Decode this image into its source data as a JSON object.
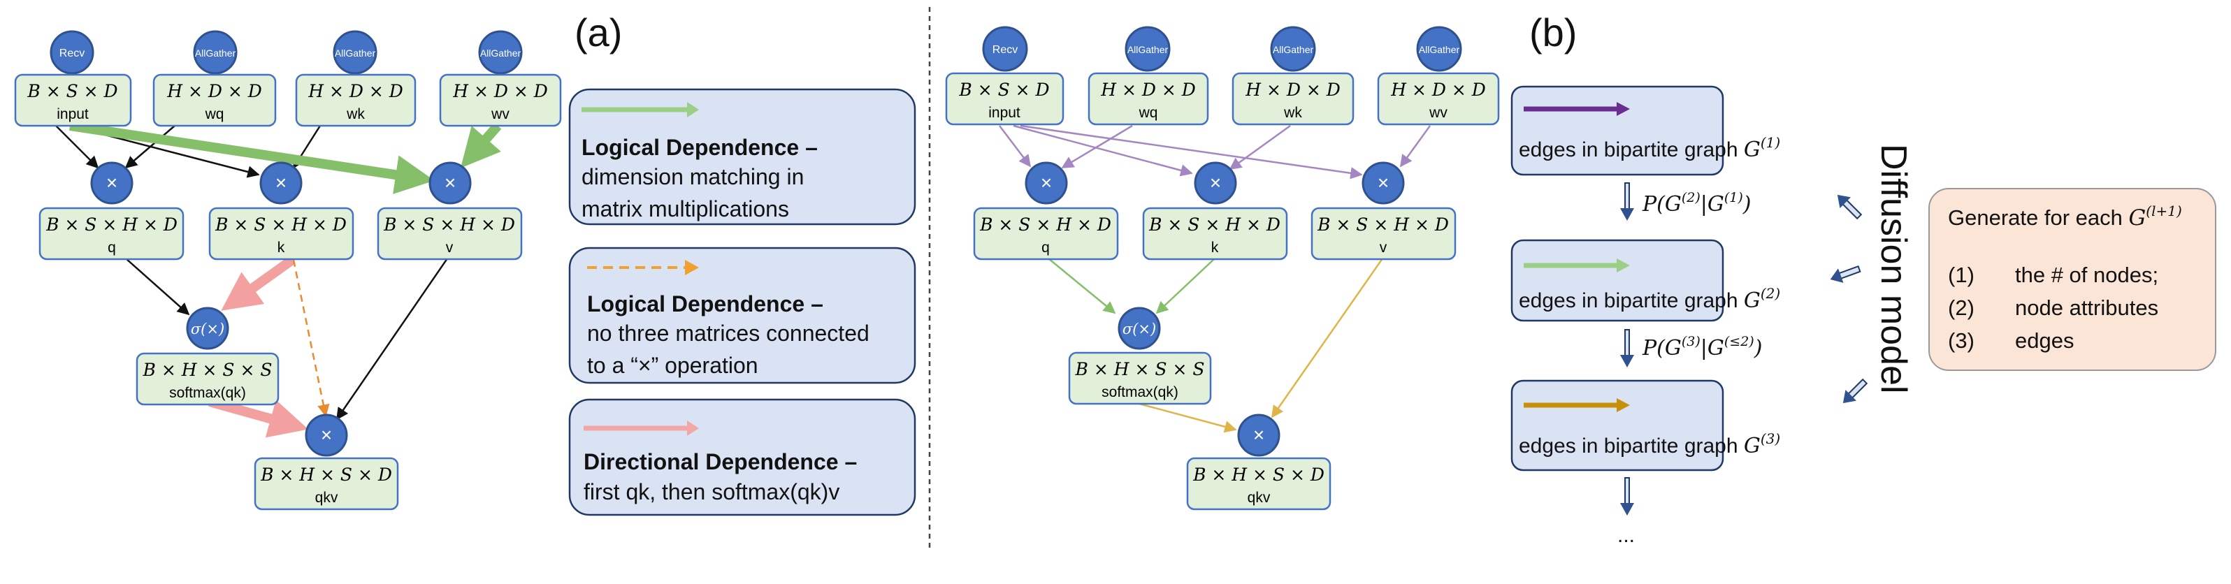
{
  "panel_a": {
    "label": "(a)",
    "ops": {
      "recv": "Recv",
      "allgather1": "AllGather",
      "allgather2": "AllGather",
      "allgather3": "AllGather",
      "mult_q": "×",
      "mult_k": "×",
      "mult_v": "×",
      "sigma": "σ(×)",
      "mult_qkv": "×"
    },
    "tensors": {
      "input": {
        "shape": "B × S × D",
        "name": "input"
      },
      "wq": {
        "shape": "H × D × D",
        "name": "wq"
      },
      "wk": {
        "shape": "H × D × D",
        "name": "wk"
      },
      "wv": {
        "shape": "H × D × D",
        "name": "wv"
      },
      "q": {
        "shape": "B × S × H × D",
        "name": "q"
      },
      "k": {
        "shape": "B × S × H × D",
        "name": "k"
      },
      "v": {
        "shape": "B × S × H × D",
        "name": "v"
      },
      "softmax": {
        "shape": "B × H × S × S",
        "name": "softmax(qk)"
      },
      "qkv": {
        "shape": "B × H × S × D",
        "name": "qkv"
      }
    },
    "legend": [
      {
        "title": "Logical Dependence –",
        "lines": [
          "dimension matching in",
          "matrix multiplications"
        ],
        "color": "#8dc26f"
      },
      {
        "title": "Logical Dependence –",
        "lines": [
          "no three matrices connected",
          "to a “×” operation"
        ],
        "color": "#f0a030"
      },
      {
        "title": "Directional Dependence –",
        "lines": [
          "first qk, then softmax(qk)v"
        ],
        "color": "#f2a7a7"
      }
    ]
  },
  "panel_b": {
    "label": "(b)",
    "ops": {
      "recv": "Recv",
      "allgather1": "AllGather",
      "allgather2": "AllGather",
      "allgather3": "AllGather",
      "mult_q": "×",
      "mult_k": "×",
      "mult_v": "×",
      "sigma": "σ(×)",
      "mult_qkv": "×"
    },
    "tensors": {
      "input": {
        "shape": "B × S × D",
        "name": "input"
      },
      "wq": {
        "shape": "H × D × D",
        "name": "wq"
      },
      "wk": {
        "shape": "H × D × D",
        "name": "wk"
      },
      "wv": {
        "shape": "H × D × D",
        "name": "wv"
      },
      "q": {
        "shape": "B × S × H × D",
        "name": "q"
      },
      "k": {
        "shape": "B × S × H × D",
        "name": "k"
      },
      "v": {
        "shape": "B × S × H × D",
        "name": "v"
      },
      "softmax": {
        "shape": "B × H × S × S",
        "name": "softmax(qk)"
      },
      "qkv": {
        "shape": "B × H × S × D",
        "name": "qkv"
      }
    },
    "stages": [
      {
        "text": "edges in bipartite graph",
        "sym": "G",
        "sup": "(1)",
        "color": "#6a2d91"
      },
      {
        "text": "edges in bipartite graph",
        "sym": "G",
        "sup": "(2)",
        "color": "#9ccf86"
      },
      {
        "text": "edges in bipartite graph",
        "sym": "G",
        "sup": "(3)",
        "color": "#c8900a"
      }
    ],
    "transitions": [
      {
        "prefix": "P(G",
        "sup1": "(2)",
        "mid": "|G",
        "sup2": "(1)",
        "suffix": ")"
      },
      {
        "prefix": "P(G",
        "sup1": "(3)",
        "mid": "|G",
        "sup2": "(≤2)",
        "suffix": ")"
      }
    ],
    "ellipsis": "...",
    "diffusion_label": "Diffusion model",
    "generate": {
      "title": "Generate for each",
      "sym": "G",
      "sup": "(l+1)",
      "items": [
        {
          "num": "(1)",
          "text": "the # of nodes;"
        },
        {
          "num": "(2)",
          "text": "node attributes"
        },
        {
          "num": "(3)",
          "text": "edges"
        }
      ]
    }
  }
}
